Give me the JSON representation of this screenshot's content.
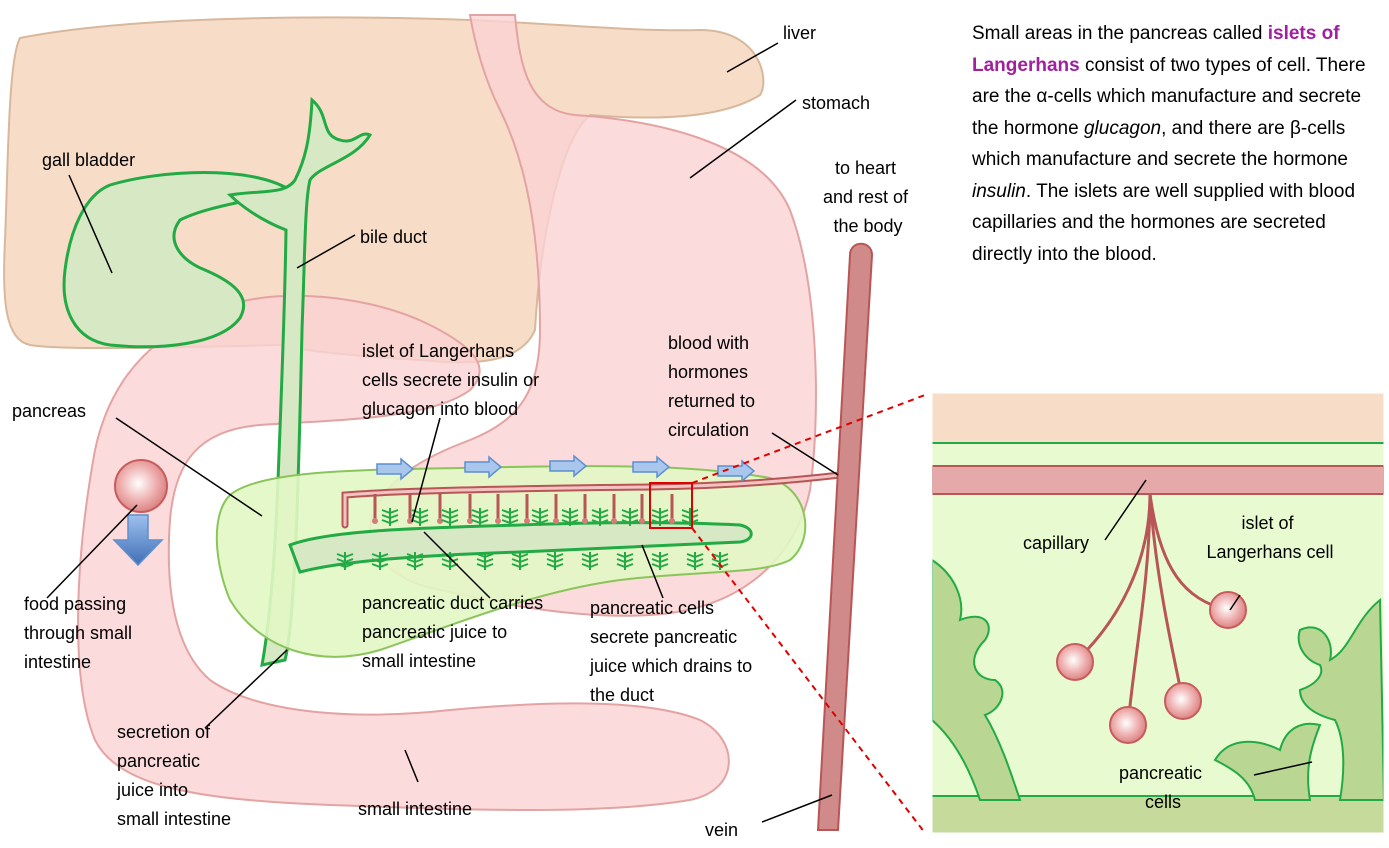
{
  "colors": {
    "liver": "#f7ddc8",
    "liver_stroke": "#d8b89c",
    "stomach": "#fad2d2",
    "stomach_stroke": "#e4a3a3",
    "pancreas": "#e2f7c4",
    "pancreas_stroke": "#8ac45b",
    "duct": "#d6e8c4",
    "duct_stroke": "#22aa44",
    "vessel": "#d08a8a",
    "vessel_stroke": "#b85555",
    "arrow": "#a9c7ec",
    "arrow_stroke": "#5f8fcf",
    "callout": "#e00000"
  },
  "labels": {
    "liver": "liver",
    "stomach": "stomach",
    "gall_bladder": "gall bladder",
    "bile_duct": "bile duct",
    "to_heart": [
      "to heart",
      "and rest of",
      "the body"
    ],
    "islet": [
      "islet of Langerhans",
      "cells secrete insulin or",
      "glucagon into blood"
    ],
    "blood_hormones": [
      "blood with",
      "hormones",
      "returned to",
      "circulation"
    ],
    "pancreas": "pancreas",
    "food": [
      "food passing",
      "through small",
      "intestine"
    ],
    "pancreatic_duct": [
      "pancreatic duct carries",
      "pancreatic juice to",
      "small intestine"
    ],
    "pancreatic_cells": [
      "pancreatic cells",
      "secrete pancreatic",
      "juice which drains to",
      "the duct"
    ],
    "secretion": [
      "secretion of",
      "pancreatic",
      "juice into",
      "small intestine"
    ],
    "small_intestine": "small intestine",
    "vein": "vein",
    "inset_capillary": "capillary",
    "inset_islet": [
      "islet of",
      "Langerhans cell"
    ],
    "inset_pancreatic": [
      "pancreatic",
      "cells"
    ]
  },
  "paragraph": {
    "intro": "Small areas in the pancreas called",
    "keyword": "islets of Langerhans",
    "t1": "consist of two types of cell. There are the α-cells which manufacture and secrete the hormone",
    "glucagon": "glucagon",
    "t2": ", and there are β-cells which manufacture and secrete the hormone",
    "insulin": "insulin",
    "t3": ". The islets are well supplied with blood capillaries and the hormones are secreted directly into the blood."
  }
}
